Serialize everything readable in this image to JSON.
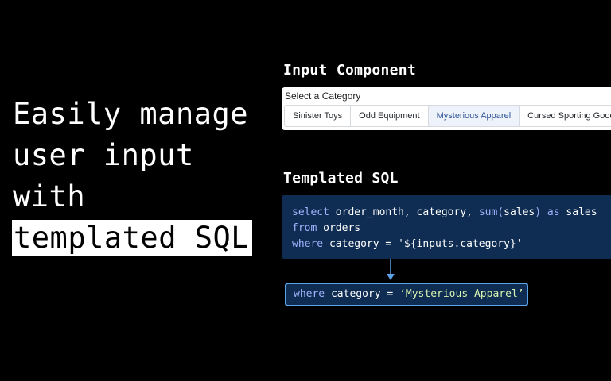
{
  "hero": {
    "lines": [
      "Easily manage",
      "user input",
      "with"
    ],
    "highlight": "templated SQL"
  },
  "input_section": {
    "title": "Input Component",
    "label": "Select a Category",
    "options": [
      "Sinister Toys",
      "Odd Equipment",
      "Mysterious Apparel",
      "Cursed Sporting Goods"
    ],
    "selected": "Mysterious Apparel"
  },
  "sql_section": {
    "title": "Templated SQL",
    "line1": {
      "kw_select": "select",
      "cols": " order_month, category, ",
      "kw_sum": "sum",
      "paren_open": "(",
      "sales": "sales",
      "paren_close": ")",
      "kw_as": " as",
      "alias": " sales"
    },
    "line2": {
      "kw_from": "from",
      "table": " orders"
    },
    "line3": {
      "kw_where": "where",
      "cond": " category = ",
      "template": "'${inputs.category}'"
    }
  },
  "result": {
    "kw_where": "where",
    "cond": " category = ",
    "value": "‘Mysterious Apparel’"
  },
  "colors": {
    "background": "#000000",
    "code_bg": "#0f2d52",
    "keyword": "#9fb4ff",
    "result_border": "#5aa3e8",
    "selected_text": "#2f5597",
    "arrow": "#5aa3e8"
  }
}
